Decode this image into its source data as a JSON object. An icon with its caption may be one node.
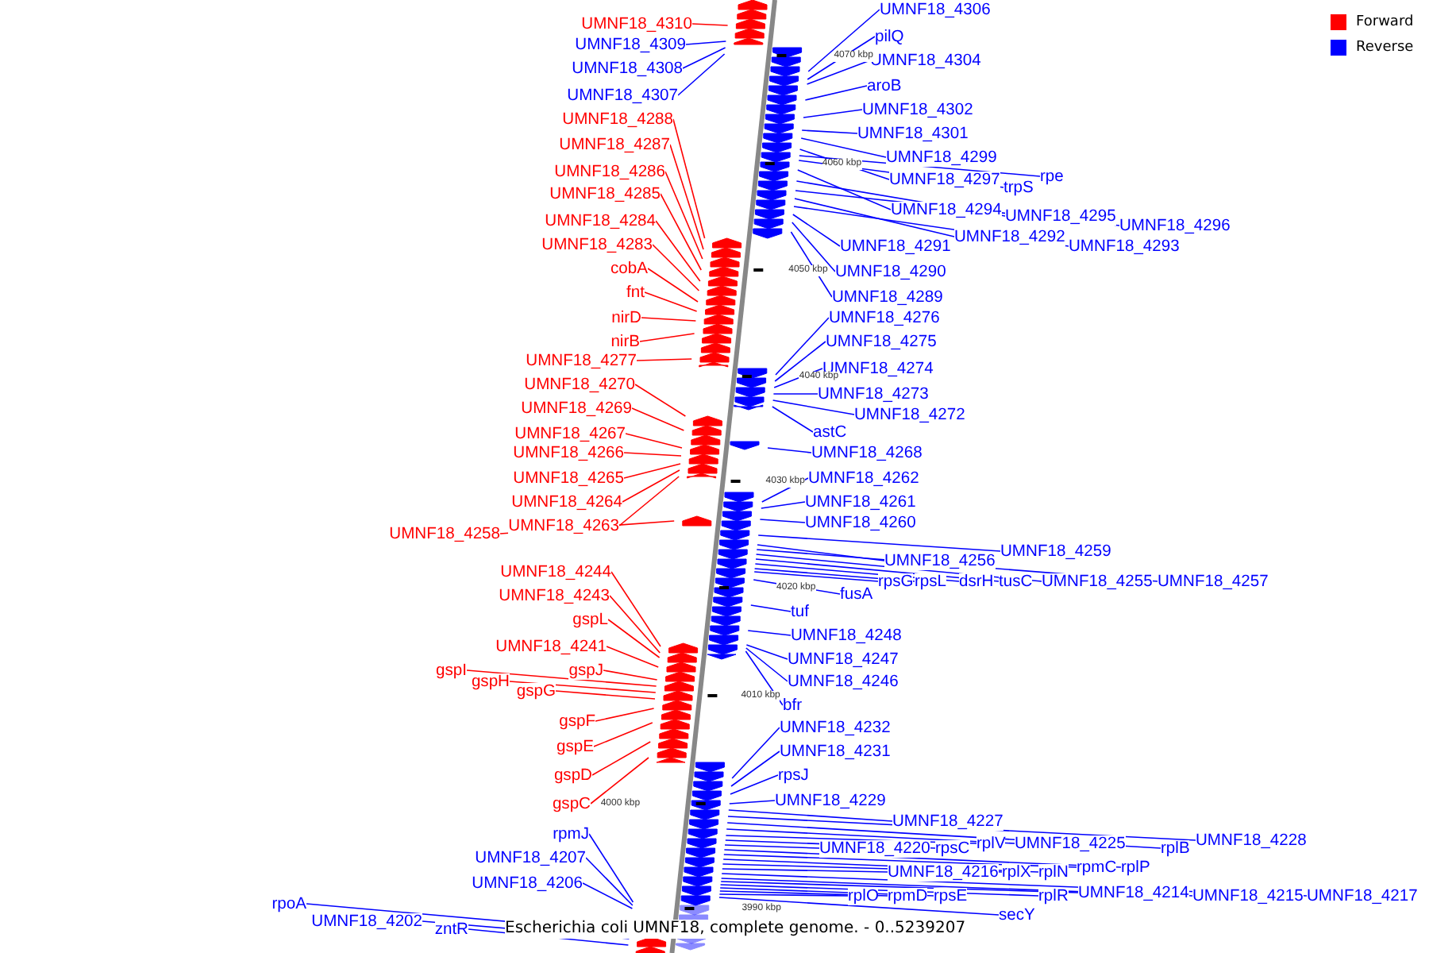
{
  "diagram": {
    "title": "Escherichia coli UMNF18, complete genome. - 0..5239207",
    "nodes": [
      {
        "text": [
          "UMNF18_4310"
        ]
      },
      {
        "text": [
          "UMNF18_4309"
        ]
      },
      {
        "text": [
          "UMNF18_4308"
        ]
      },
      {
        "text": [
          "UMNF18_4307"
        ]
      },
      {
        "text": [
          "UMNF18_4288"
        ]
      },
      {
        "text": [
          "UMNF18_4287"
        ]
      },
      {
        "text": [
          "UMNF18_4286"
        ]
      },
      {
        "text": [
          "UMNF18_4285"
        ]
      },
      {
        "text": [
          "UMNF18_4284"
        ]
      },
      {
        "text": [
          "UMNF18_4283"
        ]
      },
      {
        "text": [
          "cobA"
        ]
      },
      {
        "text": [
          "fnt"
        ]
      },
      {
        "text": [
          "nirD"
        ]
      },
      {
        "text": [
          "nirB"
        ]
      },
      {
        "text": [
          "UMNF18_4277"
        ]
      },
      {
        "text": [
          "UMNF18_4270"
        ]
      },
      {
        "text": [
          "UMNF18_4269"
        ]
      },
      {
        "text": [
          "UMNF18_4267"
        ]
      },
      {
        "text": [
          "UMNF18_4266"
        ]
      },
      {
        "text": [
          "UMNF18_4265"
        ]
      },
      {
        "text": [
          "UMNF18_4264"
        ]
      },
      {
        "text": [
          "UMNF18_4263"
        ]
      },
      {
        "text": [
          "UMNF18_4258"
        ]
      },
      {
        "text": [
          "UMNF18_4244"
        ]
      },
      {
        "text": [
          "UMNF18_4243"
        ]
      },
      {
        "text": [
          "gspL"
        ]
      },
      {
        "text": [
          "UMNF18_4241"
        ]
      },
      {
        "text": [
          "gspJ"
        ]
      },
      {
        "text": [
          "gspI"
        ]
      },
      {
        "text": [
          "gspH"
        ]
      },
      {
        "text": [
          "gspG"
        ]
      },
      {
        "text": [
          "gspF"
        ]
      },
      {
        "text": [
          "gspE"
        ]
      },
      {
        "text": [
          "gspD"
        ]
      },
      {
        "text": [
          "gspC"
        ]
      },
      {
        "text": [
          "rpmJ"
        ]
      },
      {
        "text": [
          "UMNF18_4207"
        ]
      },
      {
        "text": [
          "UMNF18_4206"
        ]
      },
      {
        "text": [
          "rpoA"
        ]
      },
      {
        "text": [
          "UMNF18_4202"
        ]
      },
      {
        "text": [
          "zntR"
        ]
      },
      {
        "text": [
          "UMNF18_4306"
        ]
      },
      {
        "text": [
          "pilQ"
        ]
      },
      {
        "text": [
          "UMNF18_4304"
        ]
      },
      {
        "text": [
          "aroB"
        ]
      },
      {
        "text": [
          "UMNF18_4302"
        ]
      },
      {
        "text": [
          "UMNF18_4301"
        ]
      },
      {
        "text": [
          "UMNF18_4299"
        ]
      },
      {
        "text": [
          "UMNF18_4297"
        ]
      },
      {
        "text": [
          "trpS"
        ]
      },
      {
        "text": [
          "rpe"
        ]
      },
      {
        "text": [
          "UMNF18_4294"
        ]
      },
      {
        "text": [
          "UMNF18_4295"
        ]
      },
      {
        "text": [
          "UMNF18_4296"
        ]
      },
      {
        "text": [
          "UMNF18_4292"
        ]
      },
      {
        "text": [
          "UMNF18_4293"
        ]
      },
      {
        "text": [
          "UMNF18_4291"
        ]
      },
      {
        "text": [
          "UMNF18_4290"
        ]
      },
      {
        "text": [
          "UMNF18_4289"
        ]
      },
      {
        "text": [
          "UMNF18_4276"
        ]
      },
      {
        "text": [
          "UMNF18_4275"
        ]
      },
      {
        "text": [
          "UMNF18_4274"
        ]
      },
      {
        "text": [
          "UMNF18_4273"
        ]
      },
      {
        "text": [
          "UMNF18_4272"
        ]
      },
      {
        "text": [
          "astC"
        ]
      },
      {
        "text": [
          "UMNF18_4268"
        ]
      },
      {
        "text": [
          "UMNF18_4262"
        ]
      },
      {
        "text": [
          "UMNF18_4261"
        ]
      },
      {
        "text": [
          "UMNF18_4260"
        ]
      },
      {
        "text": [
          "UMNF18_4259"
        ]
      },
      {
        "text": [
          "UMNF18_4256"
        ]
      },
      {
        "text": [
          "UMNF18_4257"
        ]
      },
      {
        "text": [
          "UMNF18_4255"
        ]
      },
      {
        "text": [
          "tusC"
        ]
      },
      {
        "text": [
          "dsrH"
        ]
      },
      {
        "text": [
          "rpsL"
        ]
      },
      {
        "text": [
          "rpsG"
        ]
      },
      {
        "text": [
          "fusA"
        ]
      },
      {
        "text": [
          "tuf"
        ]
      },
      {
        "text": [
          "UMNF18_4248"
        ]
      },
      {
        "text": [
          "UMNF18_4247"
        ]
      },
      {
        "text": [
          "UMNF18_4246"
        ]
      },
      {
        "text": [
          "bfr"
        ]
      },
      {
        "text": [
          "UMNF18_4232"
        ]
      },
      {
        "text": [
          "UMNF18_4231"
        ]
      },
      {
        "text": [
          "rpsJ"
        ]
      },
      {
        "text": [
          "UMNF18_4229"
        ]
      },
      {
        "text": [
          "UMNF18_4227"
        ]
      },
      {
        "text": [
          "UMNF18_4228"
        ]
      },
      {
        "text": [
          "rplB"
        ]
      },
      {
        "text": [
          "UMNF18_4225"
        ]
      },
      {
        "text": [
          "rplV"
        ]
      },
      {
        "text": [
          "rpsC"
        ]
      },
      {
        "text": [
          "UMNF18_4220"
        ]
      },
      {
        "text": [
          "rplP"
        ]
      },
      {
        "text": [
          "rpmC"
        ]
      },
      {
        "text": [
          "rplN"
        ]
      },
      {
        "text": [
          "rplX"
        ]
      },
      {
        "text": [
          "UMNF18_4216"
        ]
      },
      {
        "text": [
          "UMNF18_4217"
        ]
      },
      {
        "text": [
          "UMNF18_4215"
        ]
      },
      {
        "text": [
          "UMNF18_4214"
        ]
      },
      {
        "text": [
          "rplR"
        ]
      },
      {
        "text": [
          "rpsE"
        ]
      },
      {
        "text": [
          "rpmD"
        ]
      },
      {
        "text": [
          "rplO"
        ]
      },
      {
        "text": [
          "secY"
        ]
      }
    ],
    "edges": [
      {
        "from": 0,
        "to": null,
        "arrow": "none",
        "color": "#ff0000"
      },
      {
        "from": 1,
        "to": null,
        "arrow": "none"
      },
      {
        "from": 2,
        "to": null,
        "arrow": "none"
      },
      {
        "from": 3,
        "to": null,
        "arrow": "none"
      },
      {
        "from": 4,
        "to": null,
        "arrow": "none",
        "color": "#ff0000"
      },
      {
        "from": 5,
        "to": null,
        "arrow": "none",
        "color": "#ff0000"
      },
      {
        "from": 6,
        "to": null,
        "arrow": "none",
        "color": "#ff0000"
      },
      {
        "from": 7,
        "to": null,
        "arrow": "none",
        "color": "#ff0000"
      },
      {
        "from": 8,
        "to": null,
        "arrow": "none",
        "color": "#ff0000"
      },
      {
        "from": 9,
        "to": null,
        "arrow": "none",
        "color": "#ff0000"
      },
      {
        "from": 10,
        "to": null,
        "arrow": "none",
        "color": "#ff0000"
      },
      {
        "from": 11,
        "to": null,
        "arrow": "none",
        "color": "#ff0000"
      },
      {
        "from": 12,
        "to": null,
        "arrow": "none",
        "color": "#ff0000"
      },
      {
        "from": 13,
        "to": null,
        "arrow": "none",
        "color": "#ff0000"
      },
      {
        "from": 14,
        "to": null,
        "arrow": "none",
        "color": "#ff0000"
      },
      {
        "from": 15,
        "to": null,
        "arrow": "none",
        "color": "#ff0000"
      },
      {
        "from": 16,
        "to": null,
        "arrow": "none",
        "color": "#ff0000"
      },
      {
        "from": 17,
        "to": null,
        "arrow": "none",
        "color": "#ff0000"
      },
      {
        "from": 18,
        "to": null,
        "arrow": "none",
        "color": "#ff0000"
      },
      {
        "from": 19,
        "to": null,
        "arrow": "none",
        "color": "#ff0000"
      },
      {
        "from": 20,
        "to": null,
        "arrow": "none",
        "color": "#ff0000"
      },
      {
        "from": 21,
        "to": null,
        "arrow": "none",
        "color": "#ff0000"
      },
      {
        "from": 22,
        "to": null,
        "arrow": "none",
        "color": "#ff0000"
      },
      {
        "from": 23,
        "to": null,
        "arrow": "none",
        "color": "#ff0000"
      },
      {
        "from": 24,
        "to": null,
        "arrow": "none",
        "color": "#ff0000"
      },
      {
        "from": 25,
        "to": null,
        "arrow": "none",
        "color": "#ff0000"
      },
      {
        "from": 26,
        "to": null,
        "arrow": "none",
        "color": "#ff0000"
      },
      {
        "from": 27,
        "to": null,
        "arrow": "none",
        "color": "#ff0000"
      },
      {
        "from": 28,
        "to": null,
        "arrow": "none",
        "color": "#ff0000"
      },
      {
        "from": 29,
        "to": null,
        "arrow": "none",
        "color": "#ff0000"
      },
      {
        "from": 30,
        "to": null,
        "arrow": "none",
        "color": "#ff0000"
      },
      {
        "from": 31,
        "to": null,
        "arrow": "none",
        "color": "#ff0000"
      },
      {
        "from": 32,
        "to": null,
        "arrow": "none",
        "color": "#ff0000"
      },
      {
        "from": 33,
        "to": null,
        "arrow": "none",
        "color": "#ff0000"
      },
      {
        "from": 34,
        "to": null,
        "arrow": "none",
        "color": "#ff0000"
      },
      {
        "from": 35,
        "to": null,
        "arrow": "none"
      },
      {
        "from": 36,
        "to": null,
        "arrow": "none"
      },
      {
        "from": 37,
        "to": null,
        "arrow": "none"
      },
      {
        "from": 38,
        "to": null,
        "arrow": "none"
      },
      {
        "from": 39,
        "to": null,
        "arrow": "none"
      },
      {
        "from": 40,
        "to": null,
        "arrow": "none"
      },
      {
        "from": 41,
        "to": null,
        "arrow": "none"
      },
      {
        "from": 42,
        "to": null,
        "arrow": "none"
      },
      {
        "from": 43,
        "to": null,
        "arrow": "none"
      },
      {
        "from": 44,
        "to": null,
        "arrow": "none"
      },
      {
        "from": 45,
        "to": null,
        "arrow": "none"
      },
      {
        "from": 46,
        "to": null,
        "arrow": "none"
      },
      {
        "from": 47,
        "to": null,
        "arrow": "none"
      },
      {
        "from": 48,
        "to": null,
        "arrow": "none"
      },
      {
        "from": 49,
        "to": null,
        "arrow": "none"
      },
      {
        "from": 50,
        "to": null,
        "arrow": "none"
      },
      {
        "from": 51,
        "to": null,
        "arrow": "none"
      },
      {
        "from": 52,
        "to": null,
        "arrow": "none"
      },
      {
        "from": 53,
        "to": null,
        "arrow": "none"
      },
      {
        "from": 54,
        "to": null,
        "arrow": "none"
      },
      {
        "from": 55,
        "to": null,
        "arrow": "none"
      },
      {
        "from": 56,
        "to": null,
        "arrow": "none"
      },
      {
        "from": 57,
        "to": null,
        "arrow": "none"
      },
      {
        "from": 58,
        "to": null,
        "arrow": "none"
      },
      {
        "from": 59,
        "to": null,
        "arrow": "none"
      },
      {
        "from": 60,
        "to": null,
        "arrow": "none"
      },
      {
        "from": 61,
        "to": null,
        "arrow": "none"
      },
      {
        "from": 62,
        "to": null,
        "arrow": "none"
      },
      {
        "from": 63,
        "to": null,
        "arrow": "none"
      },
      {
        "from": 64,
        "to": null,
        "arrow": "none"
      },
      {
        "from": 65,
        "to": null,
        "arrow": "none"
      },
      {
        "from": 66,
        "to": null,
        "arrow": "none"
      },
      {
        "from": 67,
        "to": null,
        "arrow": "none"
      },
      {
        "from": 68,
        "to": null,
        "arrow": "none"
      },
      {
        "from": 69,
        "to": null,
        "arrow": "none"
      },
      {
        "from": 70,
        "to": null,
        "arrow": "none"
      },
      {
        "from": 71,
        "to": null,
        "arrow": "none"
      },
      {
        "from": 72,
        "to": null,
        "arrow": "none"
      },
      {
        "from": 73,
        "to": null,
        "arrow": "none"
      },
      {
        "from": 74,
        "to": null,
        "arrow": "none"
      },
      {
        "from": 75,
        "to": null,
        "arrow": "none"
      },
      {
        "from": 76,
        "to": null,
        "arrow": "none"
      },
      {
        "from": 77,
        "to": null,
        "arrow": "none"
      },
      {
        "from": 78,
        "to": null,
        "arrow": "none"
      },
      {
        "from": 79,
        "to": null,
        "arrow": "none"
      },
      {
        "from": 80,
        "to": null,
        "arrow": "none"
      },
      {
        "from": 81,
        "to": null,
        "arrow": "none"
      },
      {
        "from": 82,
        "to": null,
        "arrow": "none"
      },
      {
        "from": 83,
        "to": null,
        "arrow": "none"
      },
      {
        "from": 84,
        "to": null,
        "arrow": "none"
      },
      {
        "from": 85,
        "to": null,
        "arrow": "none"
      },
      {
        "from": 86,
        "to": null,
        "arrow": "none"
      },
      {
        "from": 87,
        "to": null,
        "arrow": "none"
      },
      {
        "from": 88,
        "to": null,
        "arrow": "none"
      },
      {
        "from": 89,
        "to": null,
        "arrow": "none"
      },
      {
        "from": 90,
        "to": null,
        "arrow": "none"
      },
      {
        "from": 91,
        "to": null,
        "arrow": "none"
      },
      {
        "from": 92,
        "to": null,
        "arrow": "none"
      },
      {
        "from": 93,
        "to": null,
        "arrow": "none"
      },
      {
        "from": 94,
        "to": null,
        "arrow": "none"
      },
      {
        "from": 95,
        "to": null,
        "arrow": "none"
      },
      {
        "from": 96,
        "to": null,
        "arrow": "none"
      },
      {
        "from": 97,
        "to": null,
        "arrow": "none"
      },
      {
        "from": 98,
        "to": null,
        "arrow": "none"
      },
      {
        "from": 99,
        "to": null,
        "arrow": "none"
      },
      {
        "from": 100,
        "to": null,
        "arrow": "none"
      },
      {
        "from": 101,
        "to": null,
        "arrow": "none"
      },
      {
        "from": 102,
        "to": null,
        "arrow": "none"
      },
      {
        "from": 103,
        "to": null,
        "arrow": "none"
      },
      {
        "from": 104,
        "to": null,
        "arrow": "none"
      },
      {
        "from": 105,
        "to": null,
        "arrow": "none"
      },
      {
        "from": 106,
        "to": null,
        "arrow": "none"
      }
    ],
    "labels": [
      "4070 kbp",
      "4060 kbp",
      "4050 kbp",
      "4040 kbp",
      "4030 kbp",
      "4020 kbp",
      "4010 kbp",
      "4000 kbp",
      "3990 kbp"
    ],
    "legend": [
      {
        "text": "Forward",
        "color": "#ff0000"
      },
      {
        "text": "Reverse",
        "color": "#0000ff"
      }
    ]
  }
}
